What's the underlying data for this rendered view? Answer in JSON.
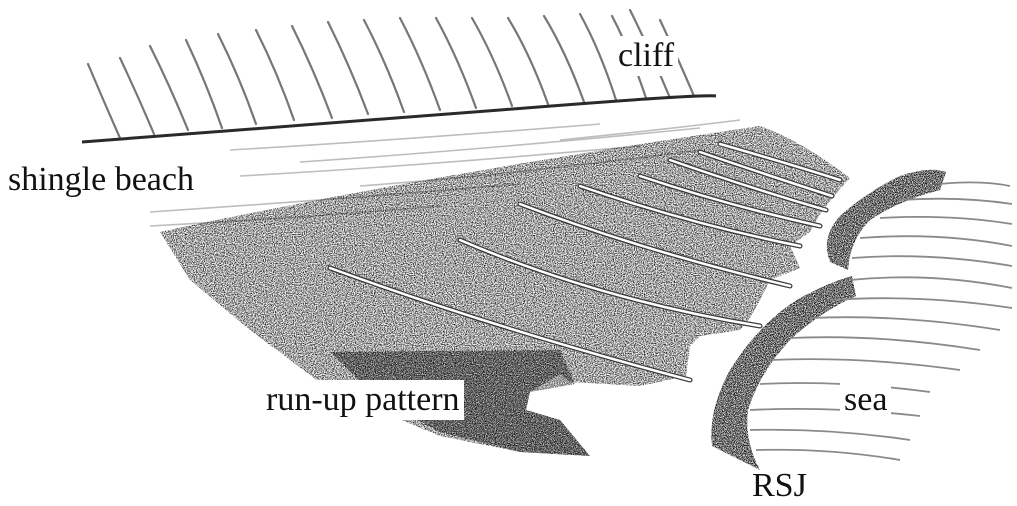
{
  "labels": {
    "cliff": "cliff",
    "shingle_beach": "shingle beach",
    "run_up_pattern": "run-up pattern",
    "sea": "sea",
    "rsj": "RSJ"
  }
}
